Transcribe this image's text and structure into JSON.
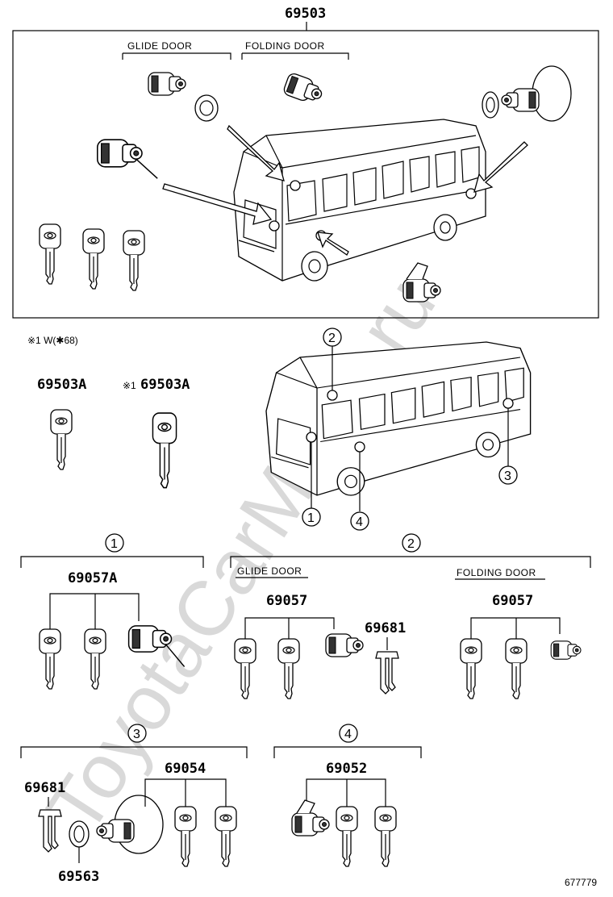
{
  "watermark": "ToyotaCarMirror.ru",
  "top_box": {
    "part_number": "69503",
    "glide_door_label": "GLIDE DOOR",
    "folding_door_label": "FOLDING DOOR"
  },
  "footnote": "※1 W(✱68)",
  "keys": {
    "key_a_number": "69503A",
    "key_b_prefix": "※1",
    "key_b_number": "69503A"
  },
  "callouts": [
    "1",
    "2",
    "3",
    "4"
  ],
  "group1": {
    "marker": "1",
    "part_number": "69057A"
  },
  "group2": {
    "marker": "2",
    "glide_door_label": "GLIDE DOOR",
    "folding_door_label": "FOLDING DOOR",
    "glide_part": "69057",
    "clip_part": "69681",
    "folding_part": "69057"
  },
  "group3": {
    "marker": "3",
    "clip_part": "69681",
    "ring_part": "69563",
    "lock_part": "69054"
  },
  "group4": {
    "marker": "4",
    "lock_part": "69052"
  },
  "drawing_code": "677779"
}
